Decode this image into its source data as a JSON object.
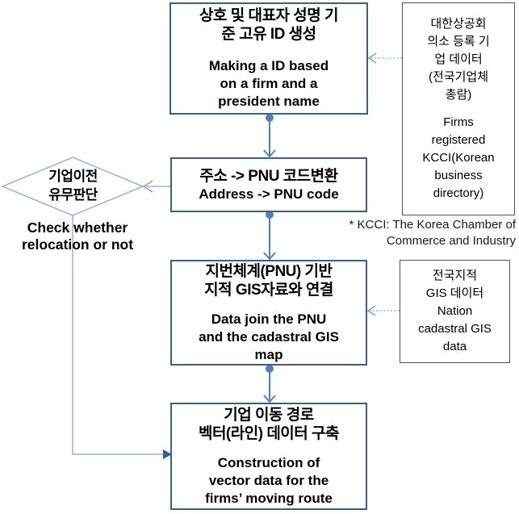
{
  "colors": {
    "background": "#ffffff",
    "text": "#000000",
    "main_box_border": "#376092",
    "side_box_border": "#44546a",
    "connector_blue": "#4f81bd",
    "light_blue": "#95b3d7",
    "arrow_head_dark": "#376092"
  },
  "boxes": {
    "id_generation": {
      "ko_lines": [
        "상호 및 대표자 성명 기",
        "준 고유 ID 생성"
      ],
      "en_lines": [
        "Making a ID based",
        "on a firm and a",
        "president name"
      ]
    },
    "kcci_source": {
      "ko_lines": [
        "대한상공회",
        "의소 등록 기",
        "업 데이터",
        "(전국기업체",
        "총람)"
      ],
      "en_lines": [
        "Firms",
        "registered",
        "KCCI(Korean",
        "business",
        "directory)"
      ]
    },
    "pnu_conversion": {
      "ko_lines": [
        "주소 -> PNU 코드변환"
      ],
      "en_lines": [
        "Address -> PNU code"
      ]
    },
    "gis_join": {
      "ko_lines": [
        "지번체계(PNU) 기반",
        "지적 GIS자료와 연결"
      ],
      "en_lines": [
        "Data join the PNU",
        "and the cadastral GIS",
        "map"
      ]
    },
    "gis_source": {
      "ko_lines": [
        "전국지적",
        "GIS 데이터"
      ],
      "en_lines": [
        "Nation",
        "cadastral GIS",
        "data"
      ]
    },
    "route_construction": {
      "ko_lines": [
        "기업 이동 경로",
        "벡터(라인) 데이터 구축"
      ],
      "en_lines": [
        "Construction of",
        "vector data for the",
        "firms’ moving route"
      ]
    }
  },
  "decision": {
    "ko_lines": [
      "기업이전",
      "유무판단"
    ],
    "en_lines": [
      "Check whether",
      "relocation or not"
    ]
  },
  "note_lines": [
    "* KCCI: The Korea Chamber of",
    "Commerce and Industry"
  ]
}
